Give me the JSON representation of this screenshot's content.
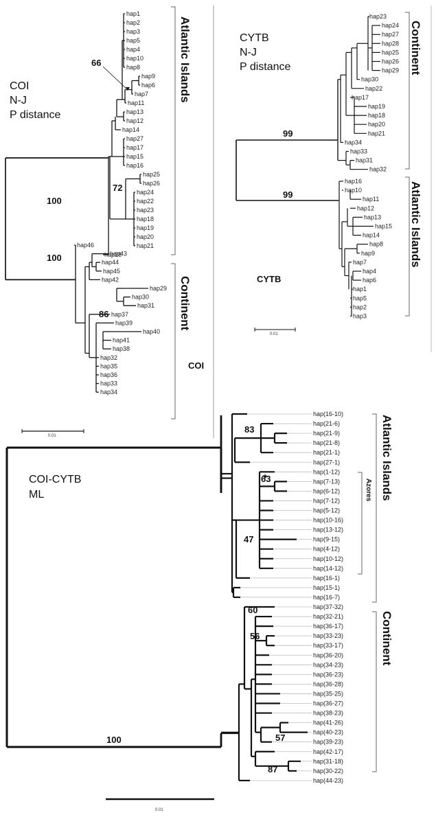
{
  "coi": {
    "title_lines": [
      "COI",
      "N-J",
      "P distance"
    ],
    "clade_atlantic": "Atlantic Islands",
    "clade_continent": "Continent",
    "gene": "COI",
    "scale": "0.01",
    "support": [
      "66",
      "72",
      "100",
      "100",
      "86"
    ],
    "leaves": [
      "hap1",
      "hap2",
      "hap3",
      "hap5",
      "hap4",
      "hap10",
      "hap8",
      "hap9",
      "hap6",
      "hap7",
      "hap11",
      "hap13",
      "hap12",
      "hap14",
      "hap27",
      "hap17",
      "hap15",
      "hap16",
      "hap25",
      "hap26",
      "hap24",
      "hap22",
      "hap23",
      "hap18",
      "hap19",
      "hap20",
      "hap21",
      "hap28",
      "hap46",
      "hap43",
      "hap44",
      "hap45",
      "hap42",
      "hap29",
      "hap30",
      "hap31",
      "hap37",
      "hap39",
      "hap40",
      "hap41",
      "hap38",
      "hap32",
      "hap35",
      "hap36",
      "hap33",
      "hap34"
    ]
  },
  "cytb": {
    "title_lines": [
      "CYTB",
      "N-J",
      "P distance"
    ],
    "clade_continent": "Continent",
    "clade_atlantic": "Atlantic Islands",
    "gene": "CYTB",
    "scale": "0.01",
    "support": [
      "99",
      "99"
    ],
    "leaves": [
      "hap23",
      "hap24",
      "hap27",
      "hap28",
      "hap25",
      "hap26",
      "hap29",
      "hap30",
      "hap22",
      "hap17",
      "hap19",
      "hap18",
      "hap20",
      "hap21",
      "hap34",
      "hap33",
      "hap31",
      "hap32",
      "hap16",
      "hap10",
      "hap11",
      "hap12",
      "hap13",
      "hap15",
      "hap14",
      "hap8",
      "hap9",
      "hap7",
      "hap4",
      "hap6",
      "hap1",
      "hap5",
      "hap2",
      "hap3"
    ]
  },
  "ml": {
    "title_lines": [
      "COI-CYTB",
      "ML"
    ],
    "clade_atlantic": "Atlantic Islands",
    "clade_azores": "Azores",
    "clade_continent": "Continent",
    "scale": "0.01",
    "support": [
      "83",
      "63",
      "47",
      "60",
      "56",
      "57",
      "87",
      "100"
    ],
    "leaves": [
      "hap(16-10)",
      "hap(21-6)",
      "hap(21-9)",
      "hap(21-8)",
      "hap(21-1)",
      "hap(27-1)",
      "hap(1-12)",
      "hap(7-13)",
      "hap(6-12)",
      "hap(7-12)",
      "hap(5-12)",
      "hap(10-16)",
      "hap(13-12)",
      "hap(9-15)",
      "hap(4-12)",
      "hap(10-12)",
      "hap(14-12)",
      "hap(16-1)",
      "hap(15-1)",
      "hap(16-7)",
      "hap(37-32)",
      "hap(32-21)",
      "hap(36-17)",
      "hap(33-23)",
      "hap(33-17)",
      "hap(36-20)",
      "hap(34-23)",
      "hap(36-23)",
      "hap(36-28)",
      "hap(35-25)",
      "hap(36-27)",
      "hap(38-23)",
      "hap(41-26)",
      "hap(40-23)",
      "hap(39-23)",
      "hap(42-17)",
      "hap(31-18)",
      "hap(30-22)",
      "hap(44-23)"
    ]
  },
  "colors": {
    "line": "#111111",
    "guide": "#bbbbbb",
    "bracket": "#666666"
  }
}
